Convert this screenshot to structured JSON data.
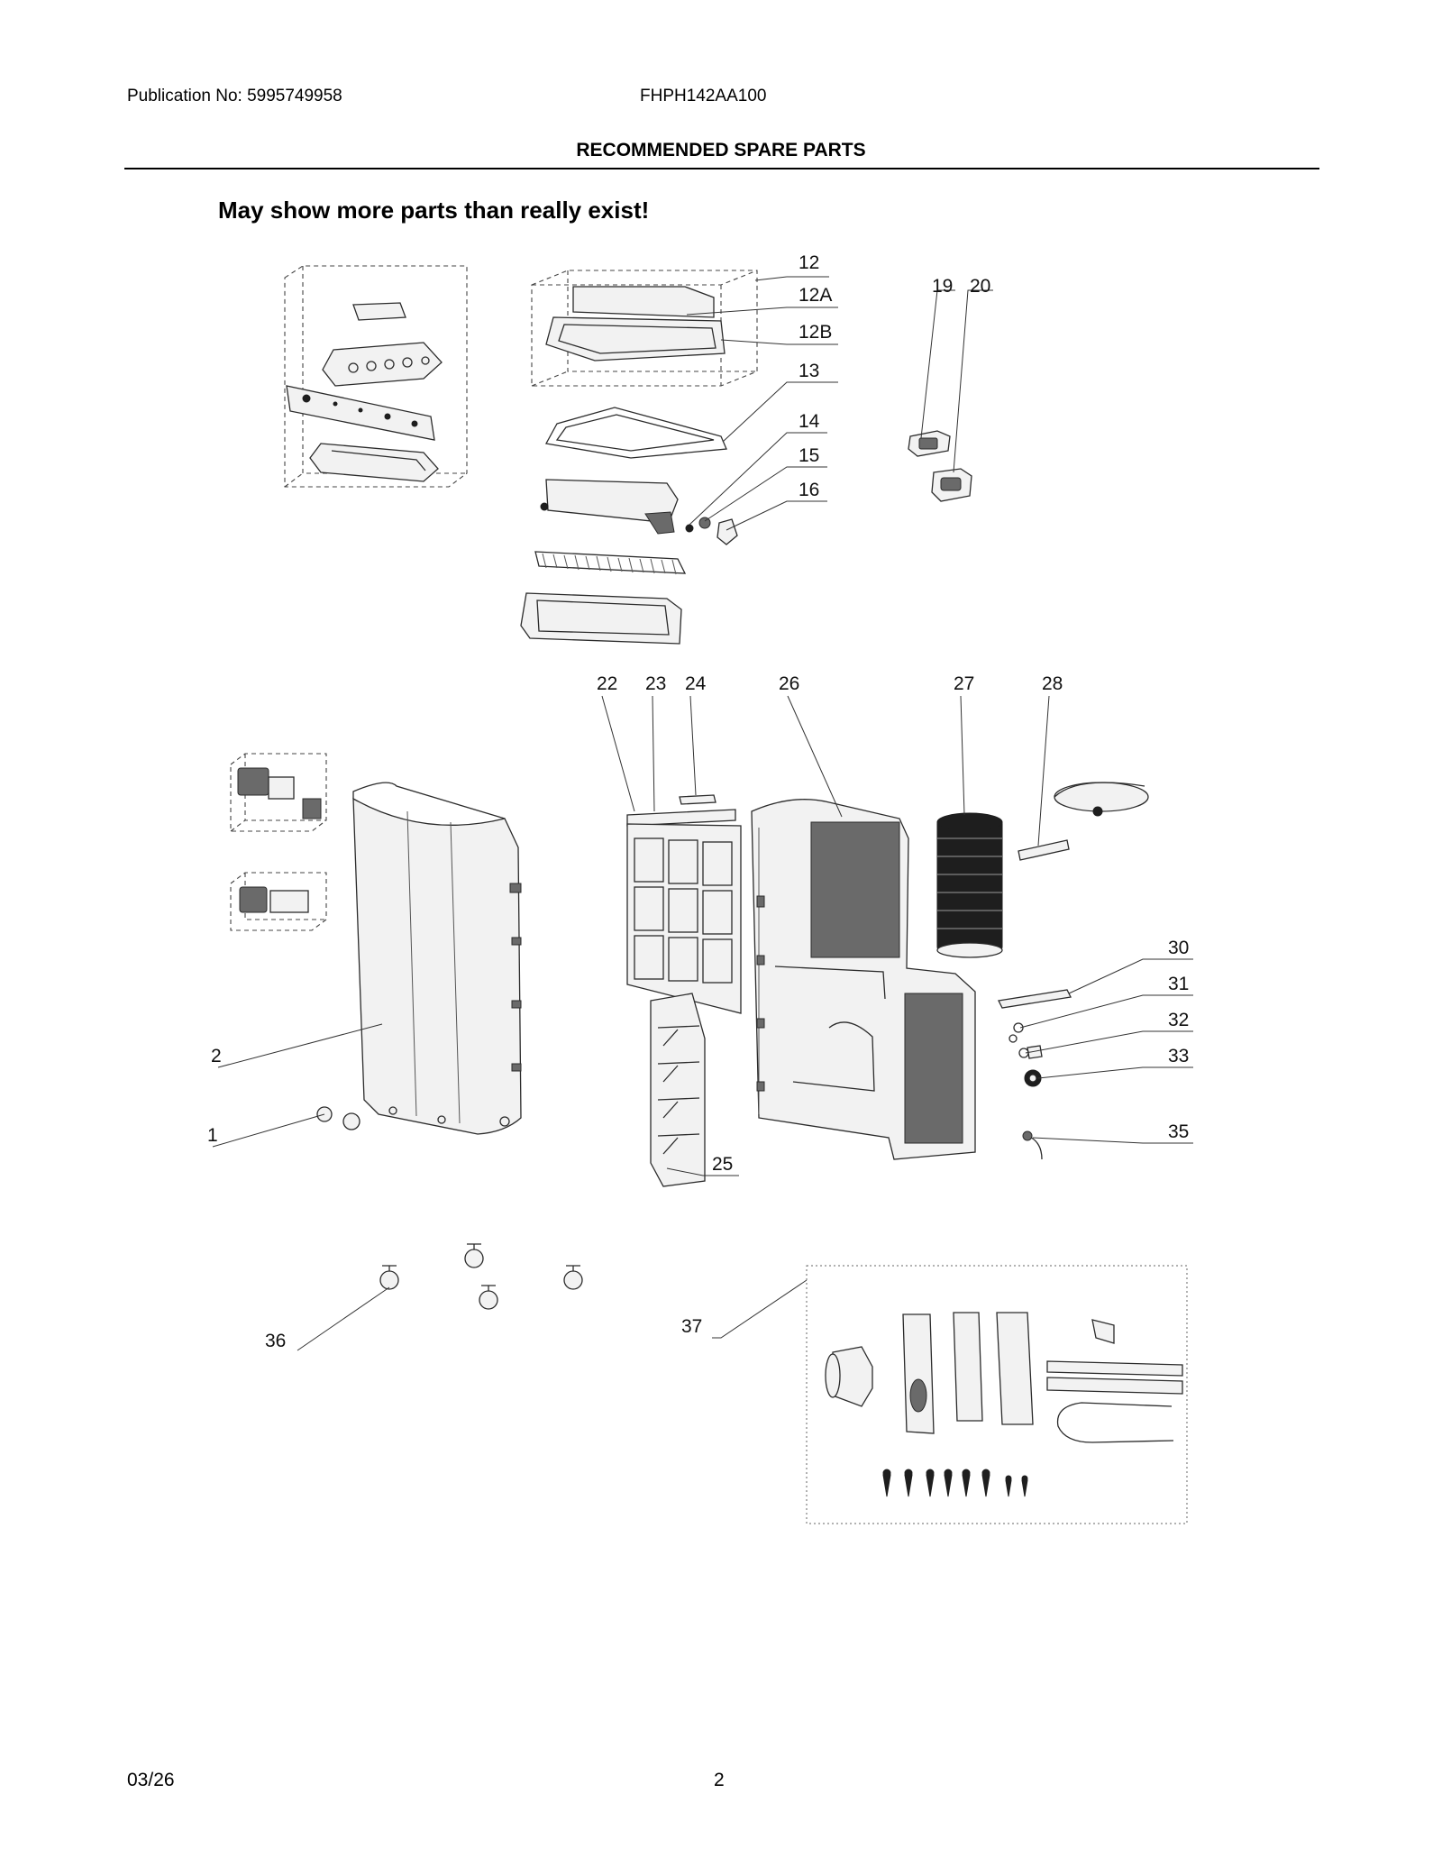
{
  "header": {
    "publication": "Publication No: 5995749958",
    "model": "FHPH142AA100",
    "section_title": "RECOMMENDED SPARE PARTS",
    "warning": "May show more parts than really exist!"
  },
  "footer": {
    "date": "03/26",
    "page": "2"
  },
  "callouts": {
    "c1": "1",
    "c2": "2",
    "c12": "12",
    "c12a": "12A",
    "c12b": "12B",
    "c13": "13",
    "c14": "14",
    "c15": "15",
    "c16": "16",
    "c19": "19",
    "c20": "20",
    "c22": "22",
    "c23": "23",
    "c24": "24",
    "c25": "25",
    "c26": "26",
    "c27": "27",
    "c28": "28",
    "c30": "30",
    "c31": "31",
    "c32": "32",
    "c33": "33",
    "c35": "35",
    "c36": "36",
    "c37": "37"
  }
}
